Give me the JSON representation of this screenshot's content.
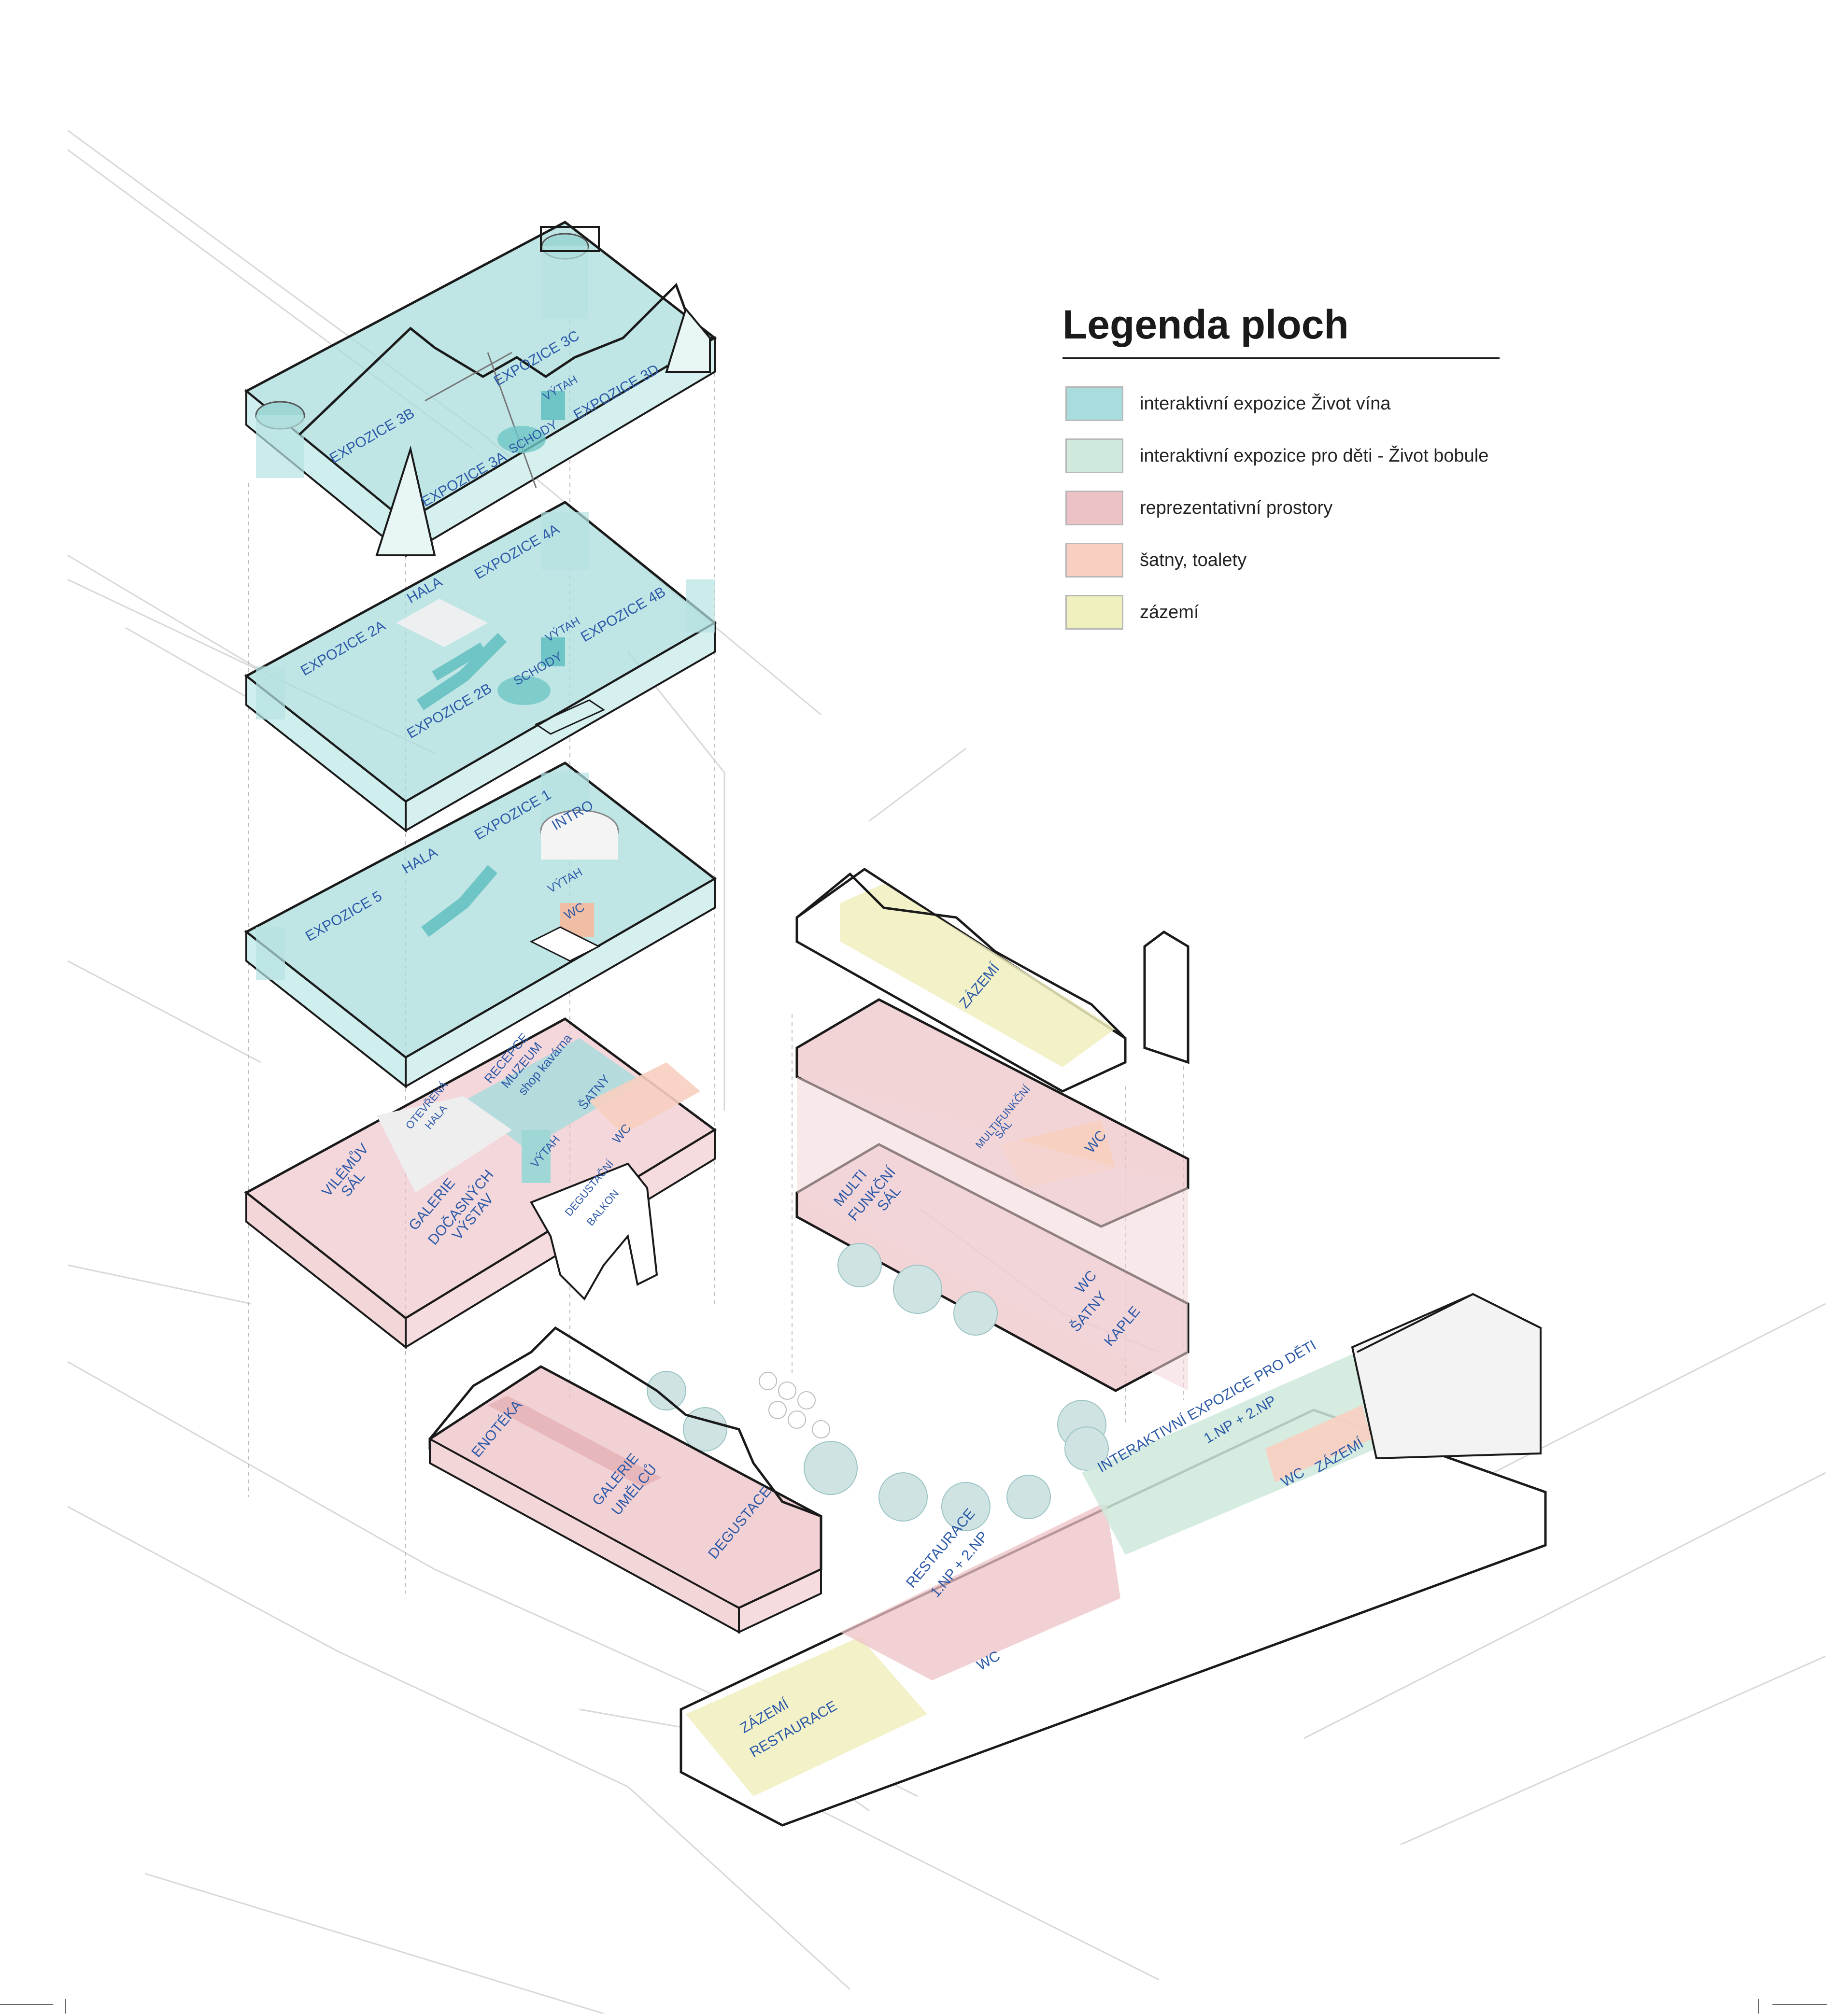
{
  "legend": {
    "title": "Legenda ploch",
    "items": [
      {
        "label": "interaktivní expozice Život vína",
        "color": "#a9dcdc"
      },
      {
        "label": "interaktivní expozice pro děti - Život bobule",
        "color": "#cfe9dc"
      },
      {
        "label": "reprezentativní prostory",
        "color": "#edc2c6"
      },
      {
        "label": "šatny, toalety",
        "color": "#f8cfc0"
      },
      {
        "label": "zázemí",
        "color": "#f0efbe"
      }
    ]
  },
  "labels": {
    "f4": [
      "EXPOZICE 3B",
      "EXPOZICE 3C",
      "VÝTAH",
      "EXPOZICE 3D",
      "EXPOZICE 3A",
      "SCHODY"
    ],
    "f3": [
      "HALA",
      "EXPOZICE 4A",
      "EXPOZICE 2A",
      "VÝTAH",
      "EXPOZICE 4B",
      "SCHODY",
      "EXPOZICE 2B"
    ],
    "f2": [
      "HALA",
      "EXPOZICE 1",
      "INTRO",
      "EXPOZICE 5",
      "VÝTAH",
      "WC"
    ],
    "f1": [
      "RECEPCE",
      "MUZEUM",
      "shop kavárna",
      "ŠATNY",
      "OTEVŘENÁ",
      "HALA",
      "VÝTAH",
      "WC",
      "VILÉMŮV",
      "SÁL",
      "GALERIE",
      "DOČASNÝCH",
      "VÝSTAV",
      "DEGUSTAČNÍ",
      "BALKON"
    ],
    "side": [
      "ZÁZEMÍ",
      "MULTIFUNKČNÍ",
      "SÁL",
      "WC",
      "MULTI",
      "FUNKČNÍ",
      "SÁL",
      "WC",
      "ŠATNY",
      "KAPLE"
    ],
    "cellar": [
      "ENOTÉKA",
      "GALERIE",
      "UMĚLCŮ",
      "DEGUSTACE"
    ],
    "wing": [
      "INTERAKTIVNÍ EXPOZICE PRO DĚTI",
      "1.NP + 2.NP",
      "WC",
      "ZÁZEMÍ",
      "RESTAURACE",
      "1.NP + 2.NP",
      "WC",
      "ZÁZEMÍ",
      "RESTAURACE"
    ]
  }
}
